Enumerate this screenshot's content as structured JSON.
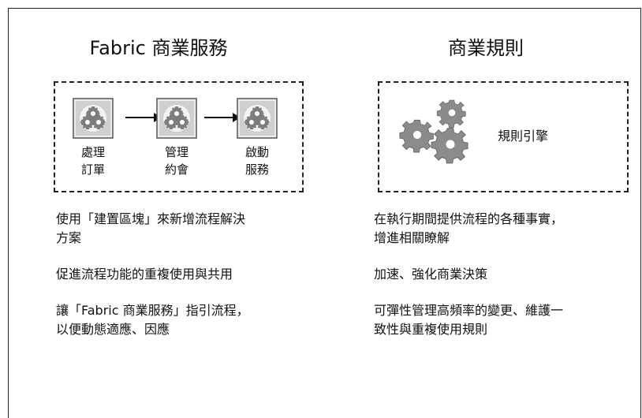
{
  "left": {
    "title": "Fabric 商業服務",
    "steps": [
      {
        "label": "處理\n訂單",
        "icon": "gears-tile-icon"
      },
      {
        "label": "管理\n約會",
        "icon": "gears-tile-icon"
      },
      {
        "label": "啟動\n服務",
        "icon": "gears-tile-icon"
      }
    ],
    "bullets": [
      "使用「建置區塊」來新增流程解決\n方案",
      "促進流程功能的重複使用與共用",
      "讓「Fabric 商業服務」指引流程，\n以便動態適應、因應"
    ]
  },
  "right": {
    "title": "商業規則",
    "engine_label": "規則引擎",
    "bullets": [
      "在執行期間提供流程的各種事實，\n增進相關瞭解",
      "加速、強化商業決策",
      "可彈性管理高頻率的變更、維護一\n致性與重複使用規則"
    ]
  },
  "colors": {
    "gear": "#8a8a8a",
    "tile": "#d8d8d8",
    "border": "#222222"
  }
}
